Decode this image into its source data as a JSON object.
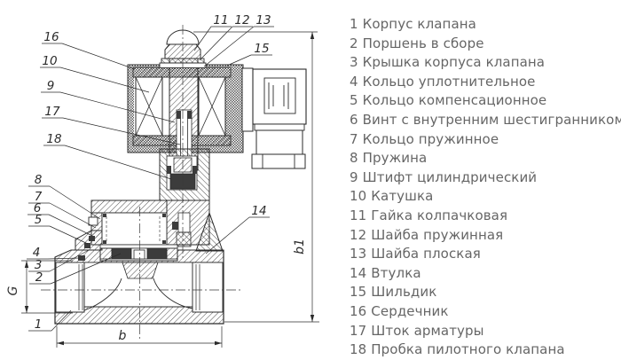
{
  "drawing": {
    "title_semantic": "solenoid valve cross-section technical drawing",
    "callouts": {
      "n1": "1",
      "n2": "2",
      "n3": "3",
      "n4": "4",
      "n5": "5",
      "n6": "6",
      "n7": "7",
      "n8": "8",
      "n9": "9",
      "n10": "10",
      "n11": "11",
      "n12": "12",
      "n13": "13",
      "n14": "14",
      "n15": "15",
      "n16": "16",
      "n17": "17",
      "n18": "18"
    },
    "dimensions": {
      "width_label": "b",
      "height_label": "b1",
      "port_label": "G"
    },
    "colors": {
      "line": "#2b2b2b",
      "seal_dark": "#3c3c3c",
      "legend_text": "#666666"
    }
  },
  "legend": {
    "items": [
      {
        "num": "1",
        "label": "Корпус клапана"
      },
      {
        "num": "2",
        "label": "Поршень в сборе"
      },
      {
        "num": "3",
        "label": "Крышка корпуса клапана"
      },
      {
        "num": "4",
        "label": "Кольцо уплотнительное"
      },
      {
        "num": "5",
        "label": "Кольцо компенсационное"
      },
      {
        "num": "6",
        "label": "Винт с внутренним шестигранником"
      },
      {
        "num": "7",
        "label": "Кольцо пружинное"
      },
      {
        "num": "8",
        "label": "Пружина"
      },
      {
        "num": "9",
        "label": "Штифт цилиндрический"
      },
      {
        "num": "10",
        "label": "Катушка"
      },
      {
        "num": "11",
        "label": "Гайка колпачковая"
      },
      {
        "num": "12",
        "label": "Шайба пружинная"
      },
      {
        "num": "13",
        "label": "Шайба плоская"
      },
      {
        "num": "14",
        "label": "Втулка"
      },
      {
        "num": "15",
        "label": "Шильдик"
      },
      {
        "num": "16",
        "label": "Сердечник"
      },
      {
        "num": "17",
        "label": "Шток арматуры"
      },
      {
        "num": "18",
        "label": "Пробка пилотного клапана"
      }
    ]
  }
}
